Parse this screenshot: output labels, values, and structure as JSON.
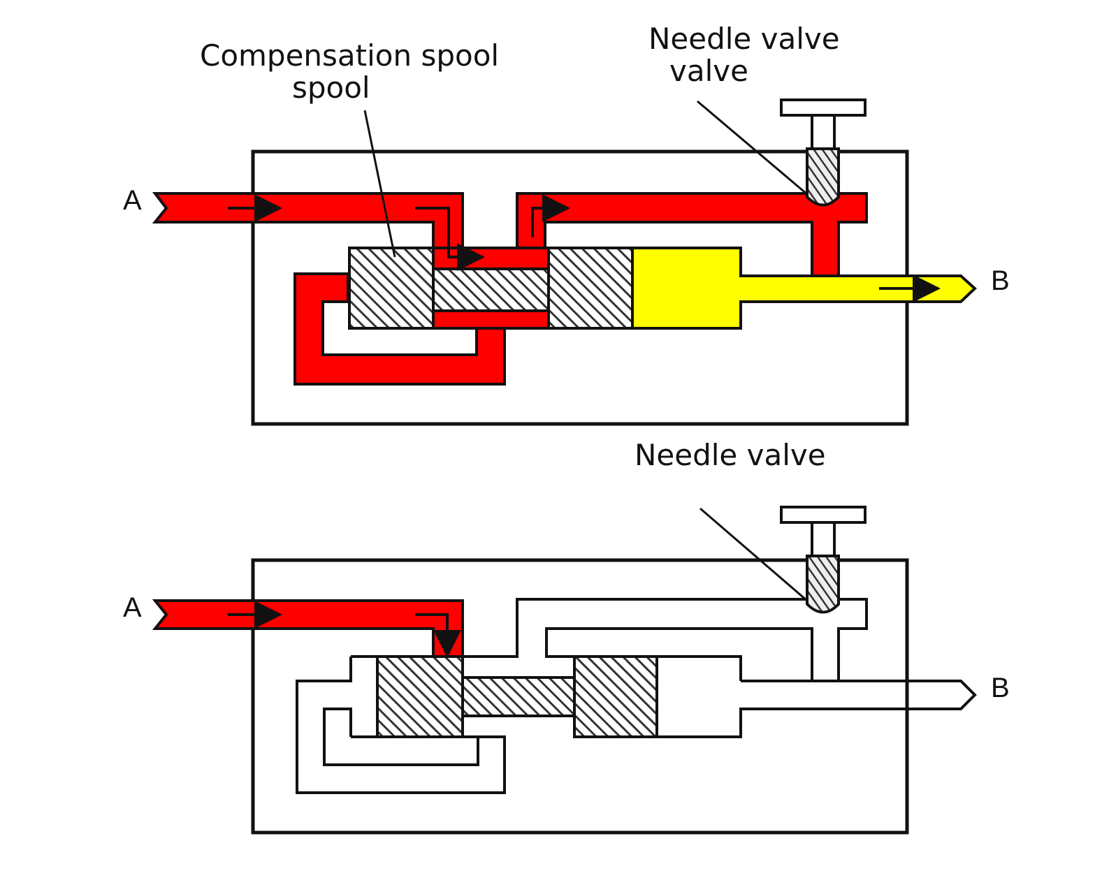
{
  "diagram": {
    "top": {
      "label_spool_line1": "Compensation spool",
      "label_spool_line2": "spool",
      "label_needle_line1": "Needle valve",
      "label_needle_line2": "valve",
      "port_in": "A",
      "port_out": "B"
    },
    "bottom": {
      "label_needle": "Needle valve",
      "port_in": "A",
      "port_out": "B"
    }
  },
  "colors": {
    "pressure": "#ff0000",
    "reduced_pressure": "#ffff00",
    "outline": "#111111",
    "spool_fill": "#ffffff",
    "hatch": "#333333"
  }
}
